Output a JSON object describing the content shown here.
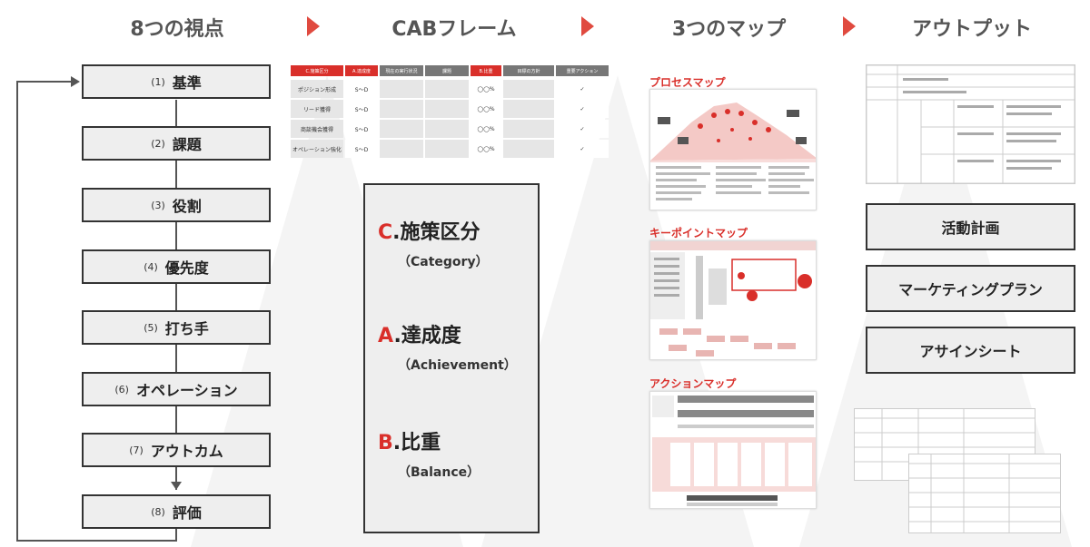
{
  "headers": {
    "col1": "8つの視点",
    "col2": "CABフレーム",
    "col3": "3つのマップ",
    "col4": "アウトプット"
  },
  "steps": [
    {
      "num": "(1)",
      "label": "基準"
    },
    {
      "num": "(2)",
      "label": "課題"
    },
    {
      "num": "(3)",
      "label": "役割"
    },
    {
      "num": "(4)",
      "label": "優先度"
    },
    {
      "num": "(5)",
      "label": "打ち手"
    },
    {
      "num": "(6)",
      "label": "オペレーション"
    },
    {
      "num": "(7)",
      "label": "アウトカム"
    },
    {
      "num": "(8)",
      "label": "評価"
    }
  ],
  "cab_table": {
    "headers": [
      "C.施策区分",
      "A.達成度",
      "現在の実行状況",
      "課題",
      "B.比重",
      "目標の方針",
      "重要アクション"
    ],
    "rows": [
      {
        "name": "ポジション形成",
        "level": "S～D",
        "weight": "◯◯%"
      },
      {
        "name": "リード獲得",
        "level": "S～D",
        "weight": "◯◯%"
      },
      {
        "name": "商談機会獲得",
        "level": "S～D",
        "weight": "◯◯%"
      },
      {
        "name": "オペレーション強化",
        "level": "S～D",
        "weight": "◯◯%"
      }
    ]
  },
  "cab": {
    "c_letter": "C",
    "c_word": ".施策区分",
    "c_sub": "（Category）",
    "a_letter": "A",
    "a_word": ".達成度",
    "a_sub": "（Achievement）",
    "b_letter": "B",
    "b_word": ".比重",
    "b_sub": "（Balance）"
  },
  "maps": {
    "process": "プロセスマップ",
    "keypoint": "キーポイントマップ",
    "action": "アクションマップ"
  },
  "outputs": {
    "activity_plan": "活動計画",
    "marketing_plan": "マーケティングプラン",
    "assign_sheet": "アサインシート"
  },
  "colors": {
    "accent": "#d92f2a",
    "arrow": "#e04a3f",
    "box_bg": "#eeeeee",
    "table_header": "#d92f2a",
    "table_header_gray": "#777777"
  }
}
